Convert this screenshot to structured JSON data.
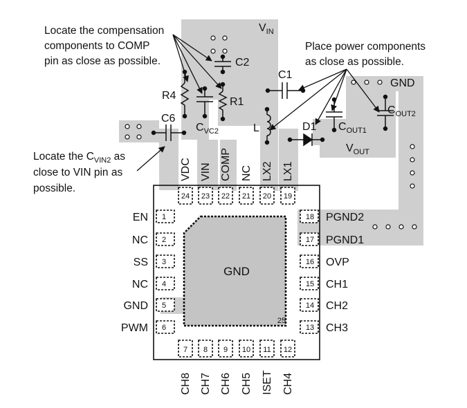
{
  "notes": {
    "comp_line1": "Locate the compensation",
    "comp_line2": "components to COMP",
    "comp_line3": "pin as close as possible.",
    "power_line1": "Place power components",
    "power_line2": "as close as possible.",
    "cvin2_pre": "Locate the C",
    "cvin2_sub": "VIN2",
    "cvin2_post": " as",
    "cvin2_line2": "close to VIN pin as",
    "cvin2_line3": "possible."
  },
  "components": {
    "vin_main": "V",
    "vin_sub": "IN",
    "vout_main": "V",
    "vout_sub": "OUT",
    "c2": "C2",
    "c1": "C1",
    "r4": "R4",
    "r1": "R1",
    "c6": "C6",
    "cvc2_main": "C",
    "cvc2_sub": "VC2",
    "cout1_main": "C",
    "cout1_sub": "OUT1",
    "cout2_main": "C",
    "cout2_sub": "OUT2",
    "inductor": "L",
    "diode": "D1",
    "gnd_label": "GND"
  },
  "pins": {
    "top": [
      {
        "name": "VDC",
        "num": "24"
      },
      {
        "name": "VIN",
        "num": "23"
      },
      {
        "name": "COMP",
        "num": "22"
      },
      {
        "name": "NC",
        "num": "21"
      },
      {
        "name": "LX2",
        "num": "20"
      },
      {
        "name": "LX1",
        "num": "19"
      }
    ],
    "left": [
      {
        "name": "EN",
        "num": "1"
      },
      {
        "name": "NC",
        "num": "2"
      },
      {
        "name": "SS",
        "num": "3"
      },
      {
        "name": "NC",
        "num": "4"
      },
      {
        "name": "GND",
        "num": "5"
      },
      {
        "name": "PWM",
        "num": "6"
      }
    ],
    "right": [
      {
        "name": "PGND2",
        "num": "18"
      },
      {
        "name": "PGND1",
        "num": "17"
      },
      {
        "name": "OVP",
        "num": "16"
      },
      {
        "name": "CH1",
        "num": "15"
      },
      {
        "name": "CH2",
        "num": "14"
      },
      {
        "name": "CH3",
        "num": "13"
      }
    ],
    "bottom": [
      {
        "name": "CH8",
        "num": "7"
      },
      {
        "name": "CH7",
        "num": "8"
      },
      {
        "name": "CH6",
        "num": "9"
      },
      {
        "name": "CH5",
        "num": "10"
      },
      {
        "name": "ISET",
        "num": "11"
      },
      {
        "name": "CH4",
        "num": "12"
      }
    ]
  },
  "exposed_pad": {
    "label": "GND",
    "num": "25"
  },
  "colors": {
    "copper": "#cfcfcf",
    "pad_fill": "#c4c4c4",
    "line": "#111111"
  }
}
